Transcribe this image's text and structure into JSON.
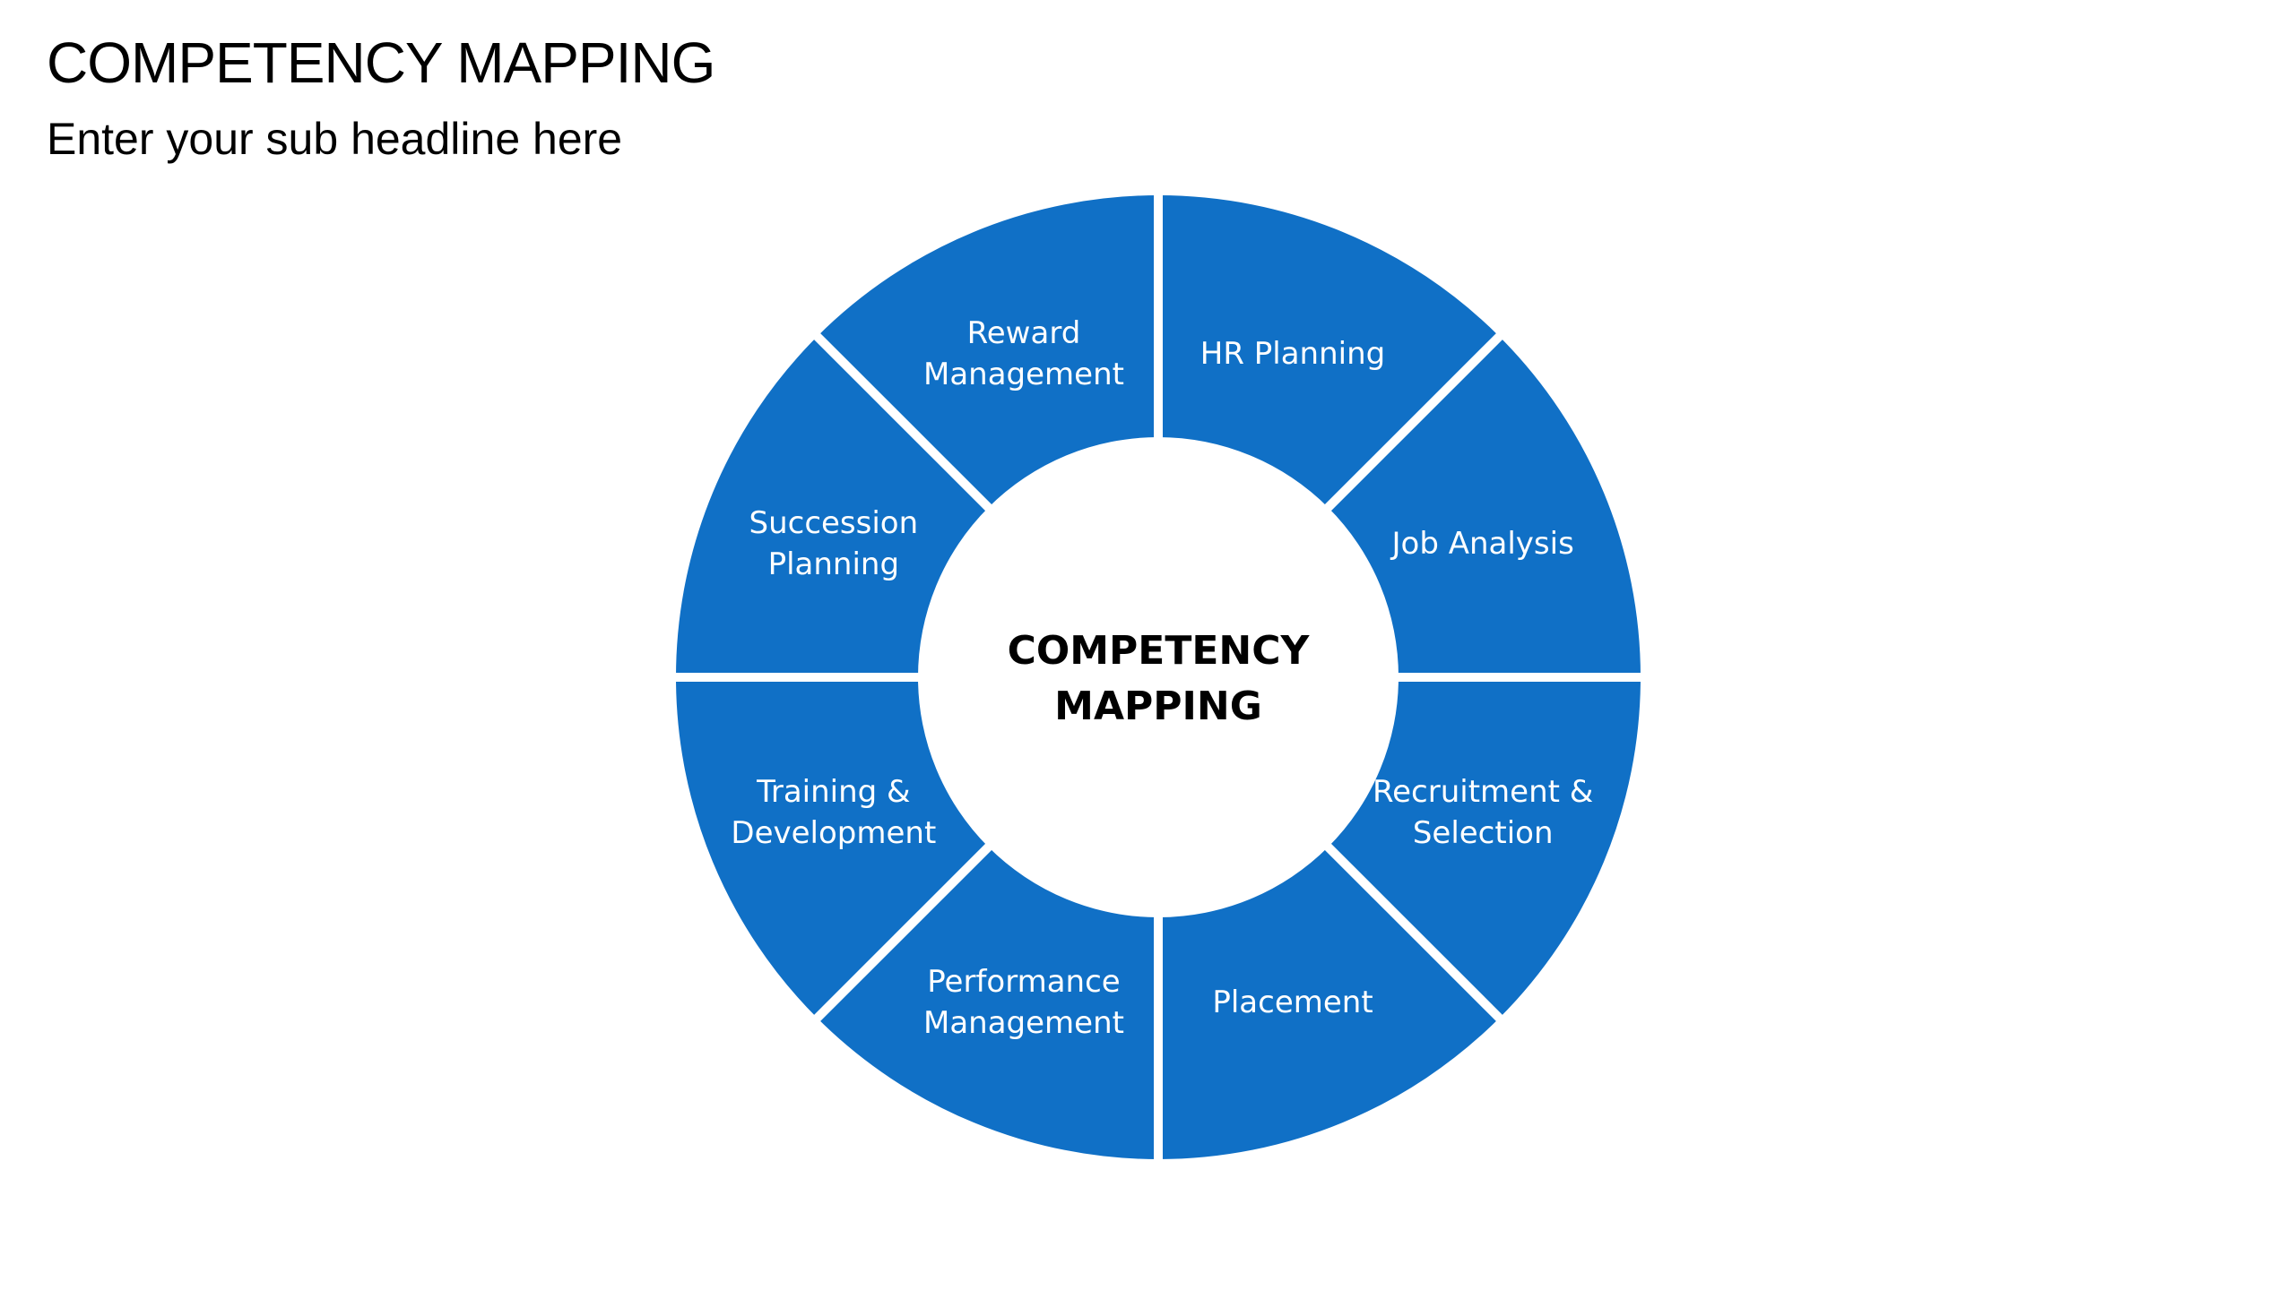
{
  "slide": {
    "title": "COMPETENCY MAPPING",
    "subtitle": "Enter your sub headline here"
  },
  "diagram": {
    "center": {
      "lines": [
        "COMPETENCY",
        "MAPPING"
      ]
    },
    "colors": {
      "segment_fill": "#1070C6",
      "separator": "#ffffff",
      "segment_text": "#ffffff",
      "center_text": "#000000",
      "background": "#ffffff"
    },
    "segments": [
      {
        "id": "hr-planning",
        "lines": [
          "HR Planning"
        ]
      },
      {
        "id": "job-analysis",
        "lines": [
          "Job Analysis"
        ]
      },
      {
        "id": "recruitment-selection",
        "lines": [
          "Recruitment &",
          "Selection"
        ]
      },
      {
        "id": "placement",
        "lines": [
          "Placement"
        ]
      },
      {
        "id": "performance-management",
        "lines": [
          "Performance",
          "Management"
        ]
      },
      {
        "id": "training-development",
        "lines": [
          "Training &",
          "Development"
        ]
      },
      {
        "id": "succession-planning",
        "lines": [
          "Succession",
          "Planning"
        ]
      },
      {
        "id": "reward-management",
        "lines": [
          "Reward",
          "Management"
        ]
      }
    ]
  }
}
